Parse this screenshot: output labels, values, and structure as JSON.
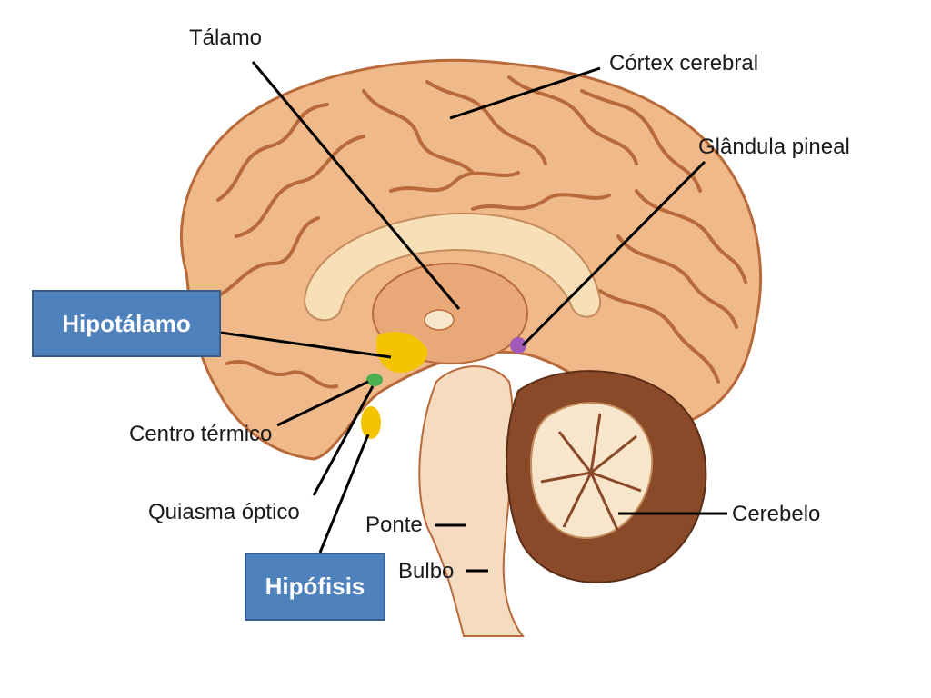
{
  "labels": {
    "talamo": "Tálamo",
    "cortex": "Córtex cerebral",
    "pineal": "Glândula pineal",
    "centro_termico": "Centro térmico",
    "quiasma": "Quiasma óptico",
    "ponte": "Ponte",
    "bulbo": "Bulbo",
    "cerebelo": "Cerebelo"
  },
  "callouts": {
    "hipotalamo": "Hipotálamo",
    "hipofisis": "Hipófisis"
  },
  "colors": {
    "cortex": "#f0b98a",
    "cortex_shadow": "#d9925c",
    "sulcus": "#b86a3a",
    "corpus_callosum": "#f7e0b8",
    "thalamus": "#e8a878",
    "brainstem": "#f5dcc0",
    "cerebellum": "#8a4a2a",
    "cerebellum_white": "#f7e6cc",
    "hypothalamus": "#f5c400",
    "pineal": "#a25ab8",
    "optic_chiasm": "#4caf50",
    "callout_fill": "#4f81bd",
    "leader_line": "#000000"
  }
}
